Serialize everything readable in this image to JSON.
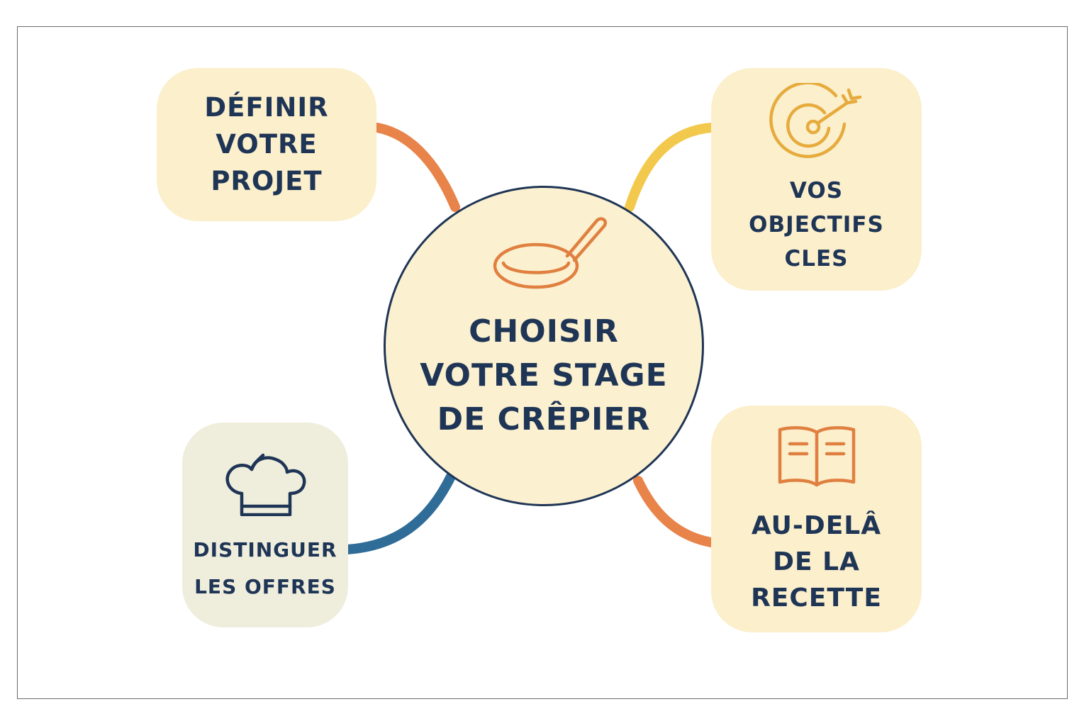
{
  "diagram": {
    "center": {
      "title": "CHOISIR\nVOTRE STAGE\nDE CRÊPIER",
      "icon": "frying-pan-icon"
    },
    "nodes": [
      {
        "id": "define",
        "label": "DÉFINIR\nVOTRE\nPROJET",
        "icon": null,
        "connector_color": "#e8834a"
      },
      {
        "id": "goals",
        "label": "VOS\nOBJECTIFS\nCLES",
        "icon": "target-arrow-icon",
        "connector_color": "#f2c94c"
      },
      {
        "id": "distinguish",
        "label": "DISTINGUER\nLES OFFRES",
        "icon": "chef-hat-icon",
        "connector_color": "#2f6c97"
      },
      {
        "id": "beyond",
        "label": "AU-DELÂ\nDE LA\nRECETTE",
        "icon": "open-book-icon",
        "connector_color": "#e8834a"
      }
    ],
    "colors": {
      "card_fill": "#fbefcc",
      "card_fill_alt": "#efeedd",
      "text": "#1f3556",
      "icon_orange": "#e08040",
      "icon_gold": "#e6ab3c",
      "icon_navy": "#1f3556"
    }
  }
}
